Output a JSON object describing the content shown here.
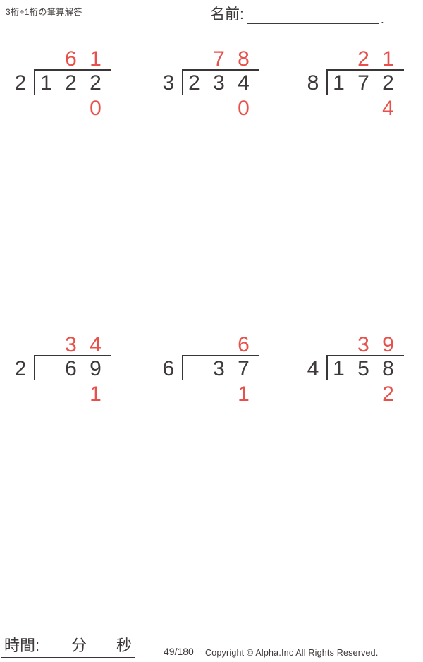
{
  "page": {
    "title": "3桁÷1桁の筆算解答",
    "name_label": "名前:",
    "name_line_end": "."
  },
  "footer": {
    "time_label": "時間:",
    "minutes_label": "分",
    "seconds_label": "秒",
    "page_number": "49/180",
    "copyright": "Copyright © Alpha.Inc All Rights Reserved."
  },
  "colors": {
    "answer_red": "#e8504b",
    "ink": "#3e3a39"
  },
  "problems": [
    {
      "divisor": "2",
      "dividend_digits": [
        "1",
        "2",
        "2"
      ],
      "quotient_digits": [
        "",
        "6",
        "1"
      ],
      "remainder_digits": [
        "",
        "",
        "0"
      ]
    },
    {
      "divisor": "3",
      "dividend_digits": [
        "2",
        "3",
        "4"
      ],
      "quotient_digits": [
        "",
        "7",
        "8"
      ],
      "remainder_digits": [
        "",
        "",
        "0"
      ]
    },
    {
      "divisor": "8",
      "dividend_digits": [
        "1",
        "7",
        "2"
      ],
      "quotient_digits": [
        "",
        "2",
        "1"
      ],
      "remainder_digits": [
        "",
        "",
        "4"
      ]
    },
    {
      "divisor": "2",
      "dividend_digits": [
        "",
        "6",
        "9"
      ],
      "quotient_digits": [
        "",
        "3",
        "4"
      ],
      "remainder_digits": [
        "",
        "",
        "1"
      ]
    },
    {
      "divisor": "6",
      "dividend_digits": [
        "",
        "3",
        "7"
      ],
      "quotient_digits": [
        "",
        "",
        "6"
      ],
      "remainder_digits": [
        "",
        "",
        "1"
      ]
    },
    {
      "divisor": "4",
      "dividend_digits": [
        "1",
        "5",
        "8"
      ],
      "quotient_digits": [
        "",
        "3",
        "9"
      ],
      "remainder_digits": [
        "",
        "",
        "2"
      ]
    }
  ]
}
